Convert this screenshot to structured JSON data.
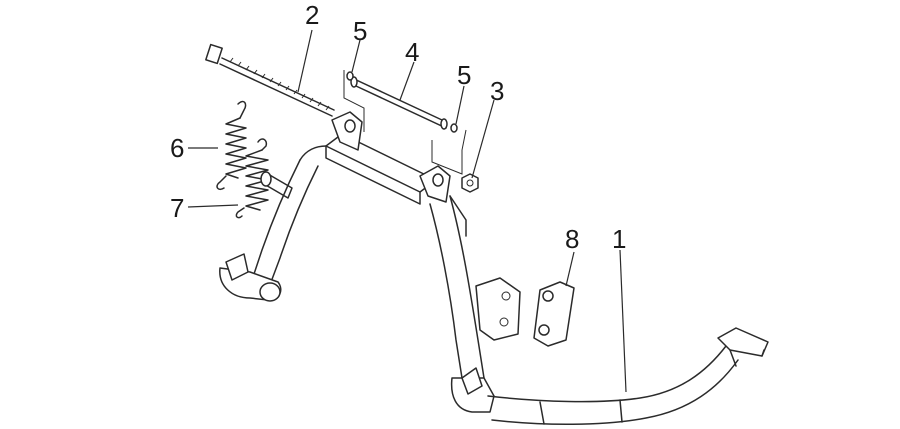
{
  "callouts": [
    {
      "id": "c1",
      "text": "1"
    },
    {
      "id": "c2",
      "text": "2"
    },
    {
      "id": "c3",
      "text": "3"
    },
    {
      "id": "c4",
      "text": "4"
    },
    {
      "id": "c5a",
      "text": "5"
    },
    {
      "id": "c5b",
      "text": "5"
    },
    {
      "id": "c6",
      "text": "6"
    },
    {
      "id": "c7",
      "text": "7"
    },
    {
      "id": "c8",
      "text": "8"
    }
  ],
  "colors": {
    "line": "#2b2b2b",
    "background": "#ffffff",
    "label": "#1a1a1a"
  }
}
